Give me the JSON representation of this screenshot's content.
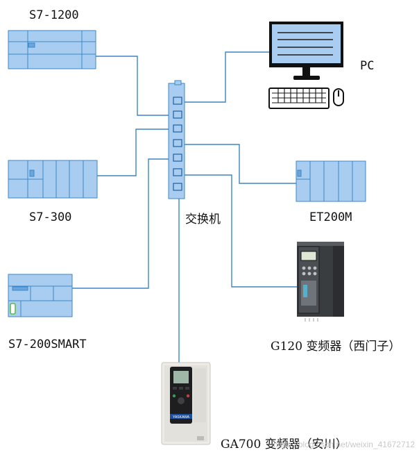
{
  "labels": {
    "s7_1200": "S7-1200",
    "s7_300": "S7-300",
    "s7_200smart": "S7-200SMART",
    "pc": "PC",
    "switch": "交换机",
    "et200m": "ET200M",
    "g120": "G120 变频器（西门子）",
    "ga700": "GA700 变频器（安川）"
  },
  "device_badges": {
    "ga700_brand": "YASKAWA"
  },
  "watermark": "https://blog.csdn.net/weixin_41672712",
  "colors": {
    "cable": "#3d84c6",
    "device_fill": "#a9cdf0",
    "device_stroke": "#3b86c8",
    "monitor_screen": "#a9cdf0",
    "drive_body": "#3a3d40"
  }
}
